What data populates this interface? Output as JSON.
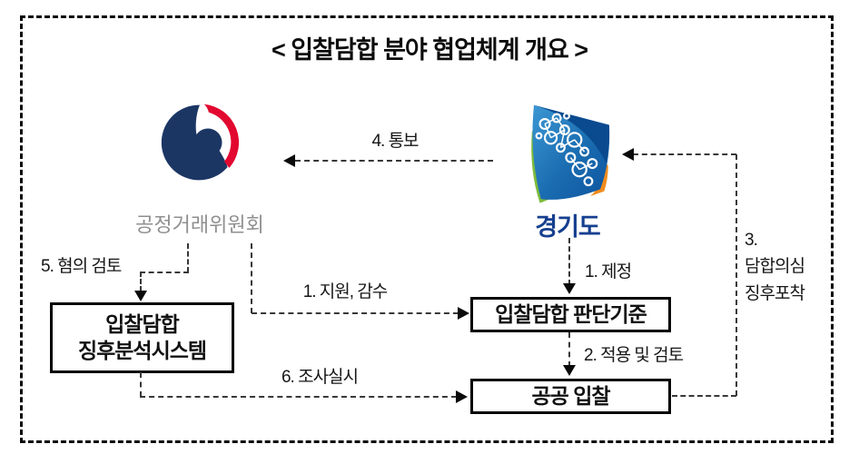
{
  "title": "< 입찰담합 분야 협업체계 개요 >",
  "nodes": {
    "kftc": {
      "label": "공정거래위원회"
    },
    "gyeonggi": {
      "label": "경기도"
    },
    "system": {
      "line1": "입찰담합",
      "line2": "징후분석시스템"
    },
    "criteria": {
      "label": "입찰담합 판단기준"
    },
    "bid": {
      "label": "공공 입찰"
    }
  },
  "edges": {
    "notify": {
      "label": "4. 통보"
    },
    "enact": {
      "label": "1. 제정"
    },
    "support": {
      "label": "1. 지원, 감수"
    },
    "apply": {
      "label": "2. 적용 및 검토"
    },
    "suspicion": {
      "line1": "3.",
      "line2": "담합의심",
      "line3": "징후포착"
    },
    "review": {
      "label": "5. 혐의 검토"
    },
    "investigate": {
      "label": "6. 조사실시"
    }
  },
  "colors": {
    "kftc_navy": "#1c3664",
    "kftc_red": "#e2082f",
    "gyeonggi_dark_blue": "#0a4a8e",
    "gyeonggi_green": "#7dbb3b",
    "gyeonggi_orange": "#f08c1e",
    "gyeonggi_text_blue": "#163f8f",
    "kftc_text_gray": "#8f8f8f"
  }
}
